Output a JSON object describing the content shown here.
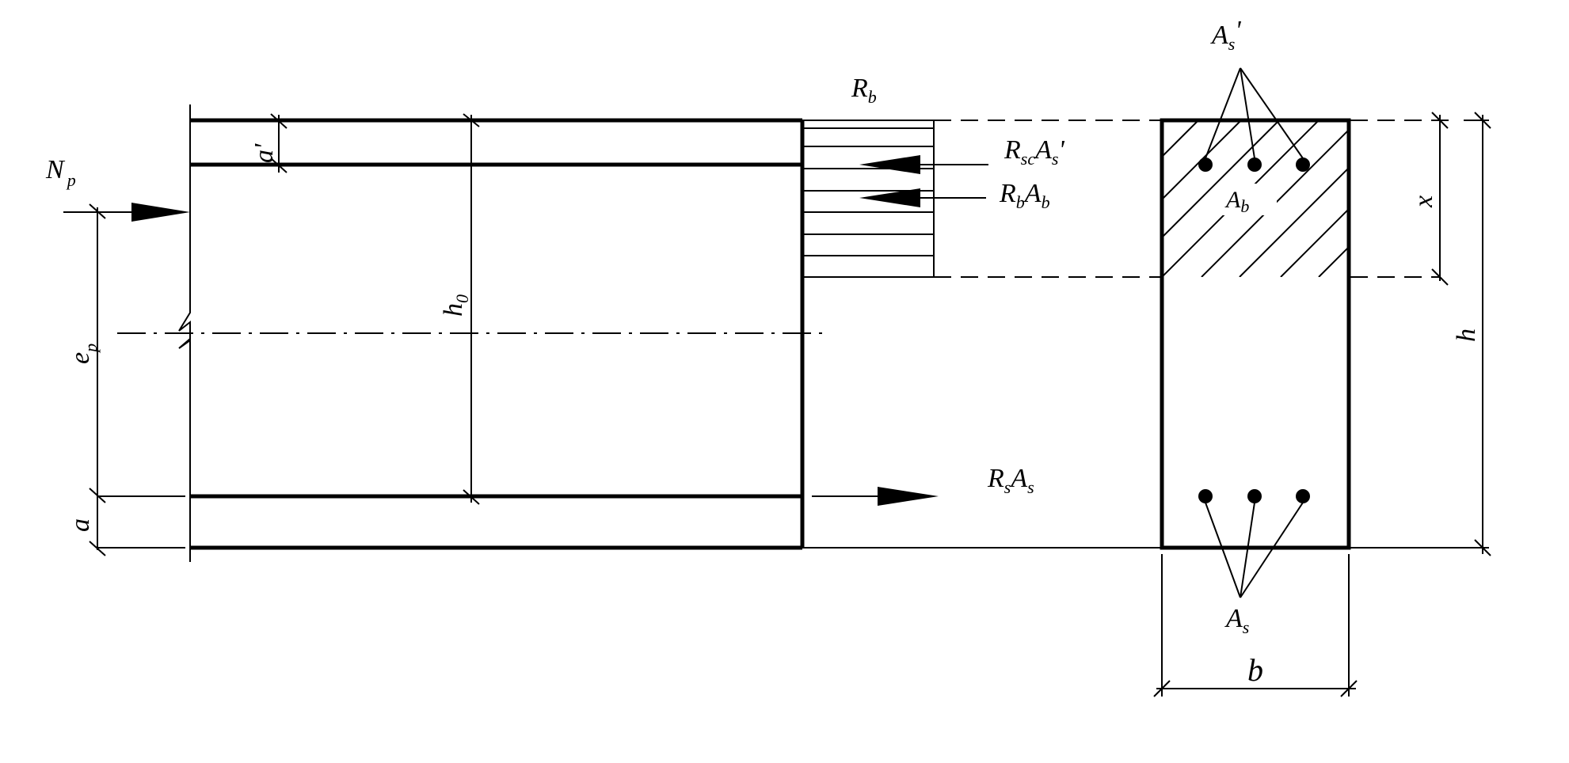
{
  "labels": {
    "Np": {
      "base": "N",
      "sub": "p"
    },
    "ep": {
      "base": "e",
      "sub": "p"
    },
    "a": "a",
    "a_prime": "a'",
    "h0": {
      "base": "h",
      "sub": "0"
    },
    "Rb_top": {
      "base": "R",
      "sub": "b"
    },
    "Rsc_As_prime": {
      "p1": "R",
      "s1": "sc",
      "p2": "A",
      "s2": "s",
      "tail": "'"
    },
    "Rb_Ab": {
      "p1": "R",
      "s1": "b",
      "p2": "A",
      "s2": "b"
    },
    "Rs_As": {
      "p1": "R",
      "s1": "s",
      "p2": "A",
      "s2": "s"
    },
    "As_prime_top": {
      "base": "A",
      "sub": "s",
      "tail": "'"
    },
    "Ab_section": {
      "base": "A",
      "sub": "b"
    },
    "As_bottom": {
      "base": "A",
      "sub": "s"
    },
    "x": "x",
    "h": "h",
    "b": "b"
  }
}
